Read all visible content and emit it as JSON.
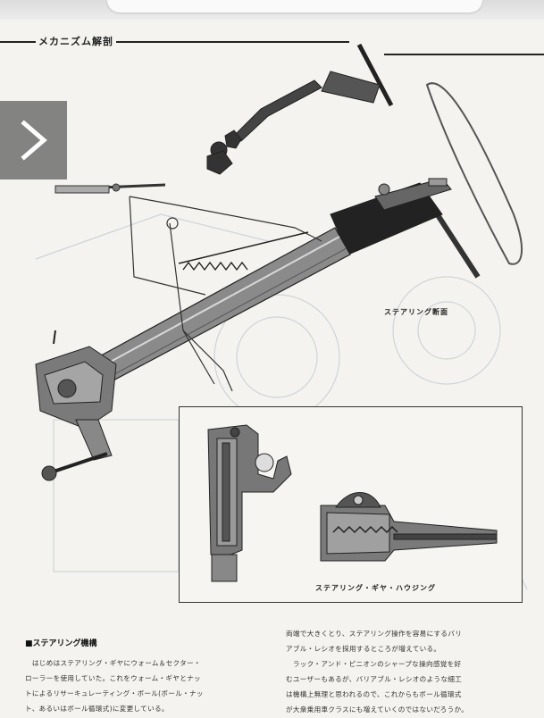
{
  "header": {
    "section_title": "メカニズム解剖"
  },
  "nav": {
    "next_icon": "chevron-right-icon"
  },
  "captions": {
    "steering_cross_section": "ステアリング断面",
    "steering_gear_housing": "ステアリング・ギヤ・ハウジング"
  },
  "article": {
    "heading": "■ステアリング機構",
    "left_column": [
      "　はじめはステアリング・ギヤにウォーム＆セクター・",
      "ローラーを使用していた。これをウォーム・ギヤとナッ",
      "トによるリサーキュレーティング・ボール(ボール・ナッ",
      "ト、あるいはボール循環式)に変更している。"
    ],
    "right_column": [
      "両端で大きくとり、ステアリング操作を容易にするバリ",
      "アブル・レシオを採用するところが増えている。",
      "　ラック・アンド・ピニオンのシャープな操向感覚を好",
      "むユーザーもあるが、バリアブル・レシオのような細工",
      "は機構上無理と思われるので、これからもボール循環式",
      "が大衆乗用車クラスにも増えていくのではないだろうか。"
    ]
  }
}
